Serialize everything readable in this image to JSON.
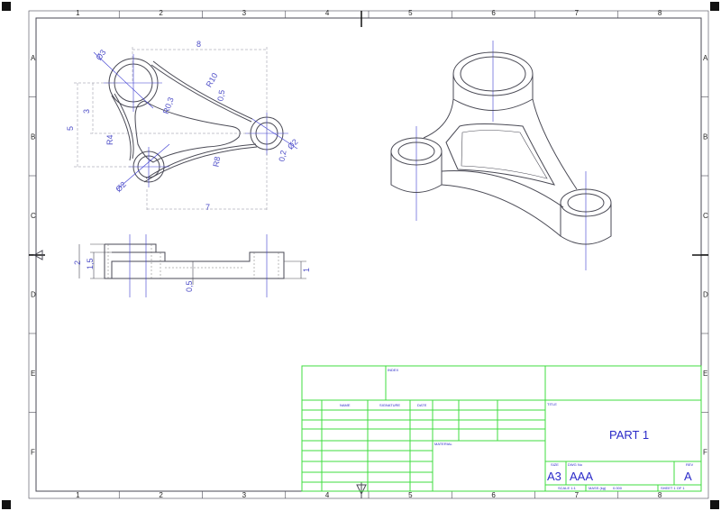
{
  "frame": {
    "columns": [
      "1",
      "2",
      "3",
      "4",
      "5",
      "6",
      "7",
      "8"
    ],
    "rows": [
      "A",
      "B",
      "C",
      "D",
      "E",
      "F"
    ]
  },
  "top_view": {
    "dims": {
      "overall_width": "8",
      "lower_width": "7",
      "height": "5",
      "offset": "3",
      "big_hole": "Ø3",
      "left_hole": "Ø2",
      "right_hole": "Ø2",
      "outer_radius": "R10",
      "rib_width": "0,5",
      "inner_radius": "R0,3",
      "left_radius": "R4",
      "lower_radius": "R8",
      "right_offset": "0,2"
    }
  },
  "side_view": {
    "dims": {
      "total_height": "2",
      "boss_height": "1,5",
      "right_height": "1",
      "web": "0,5"
    }
  },
  "title_block": {
    "index_label": "INDEX",
    "name_label": "NAME",
    "signature_label": "SIGNATURE",
    "date_label": "DATE",
    "material_label": "MATERIAL",
    "title_label": "TITLE",
    "title": "PART 1",
    "size_label": "SIZE",
    "size": "A3",
    "dwg_label": "DWG No",
    "dwg": "AAA",
    "rev_label": "REV",
    "rev": "A",
    "scale": "SCALE 1:1",
    "mass_label": "MASS (kg)",
    "mass": "0.000",
    "sheet": "SHEET 1 OF 1"
  }
}
